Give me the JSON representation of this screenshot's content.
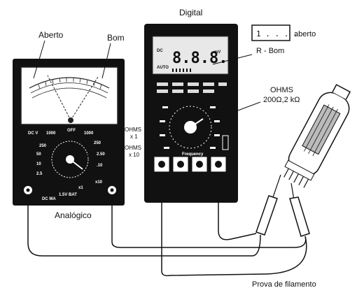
{
  "labels": {
    "aberto_analog": "Aberto",
    "bom_analog": "Bom",
    "digital": "Digital",
    "aberto_digital": "aberto",
    "r_bom": "R - Bom",
    "ohms_digital": "OHMS",
    "ohms_range": "200Ω,2 kΩ",
    "ohms_x1_a": "OHMS",
    "ohms_x1_b": "x 1",
    "ohms_x10_a": "OHMS",
    "ohms_x10_b": "x 10",
    "analogico": "Analógico",
    "prova": "Prova de filamento"
  },
  "analog_panel": {
    "dc_v": "DC V",
    "off": "OFF",
    "r1000": "1000",
    "r1000b": "1000",
    "r250": "250",
    "r50": "50",
    "r10": "10",
    "r25": "2.5",
    "r250b": "250",
    "r2_50": "2.50",
    "r_10": ".10",
    "x10": "x10",
    "x1": "x1",
    "dc_ma": "DC MA",
    "ext_bat": "1.5V BAT"
  },
  "digital_panel": {
    "display_reading": "8.8.8.8",
    "dc": "DC",
    "auto": "AUTO",
    "mv": "mV",
    "open_display": "1 . . . .",
    "freq": "Frequency"
  }
}
